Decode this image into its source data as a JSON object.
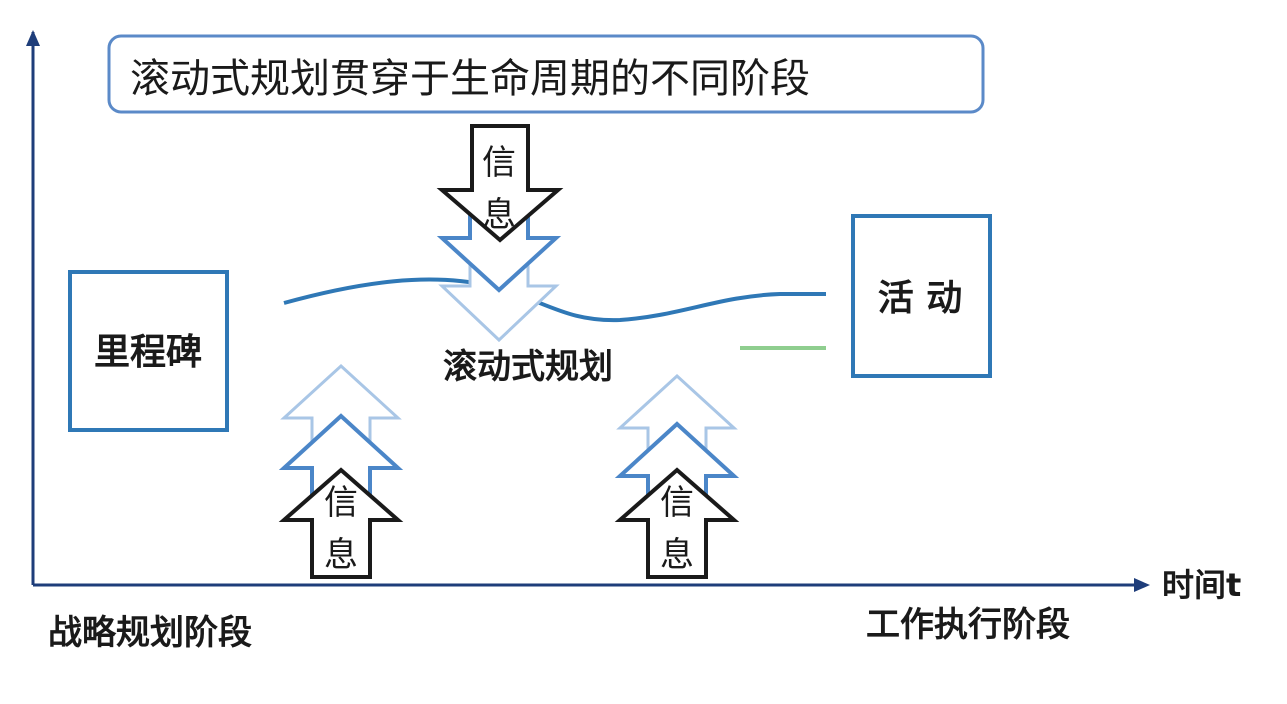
{
  "title": "滚动式规划贯穿于生命周期的不同阶段",
  "milestone_label": "里程碑",
  "activity_label": "活 动",
  "rolling_label": "滚动式规划",
  "time_axis_label": "时间t",
  "strategic_phase_label": "战略规划阶段",
  "execution_phase_label": "工作执行阶段",
  "info_arrow_top": {
    "char1": "信",
    "char2": "息"
  },
  "info_arrow_left": {
    "char1": "信",
    "char2": "息"
  },
  "info_arrow_right": {
    "char1": "信",
    "char2": "息"
  },
  "colors": {
    "box_border": "#2f78b6",
    "title_border": "#5b8ac8",
    "wave": "#2f78b6",
    "green_line": "#8fce8f",
    "axis": "#1e3d7a",
    "arrow_blue": "#4b86c8",
    "arrow_light": "#a9c6e6",
    "arrow_dark": "#1a1a1a"
  }
}
